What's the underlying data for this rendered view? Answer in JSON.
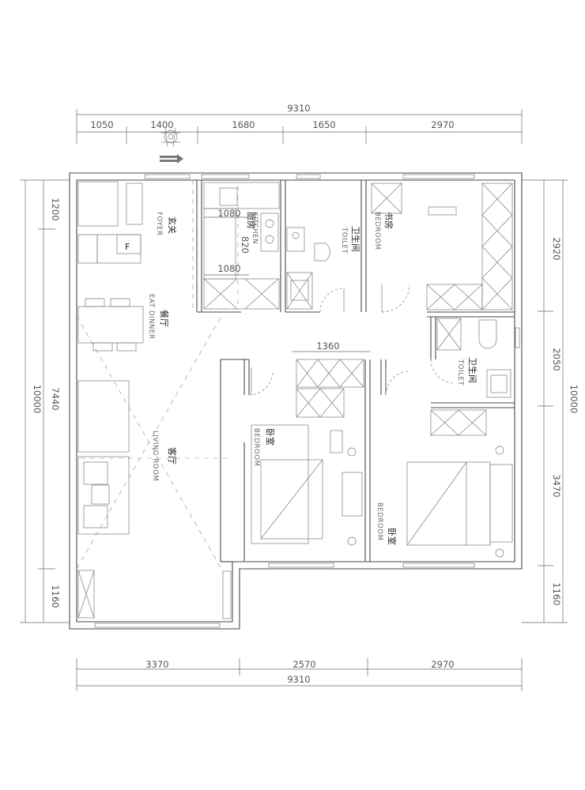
{
  "dimensions": {
    "top_total": "9310",
    "top_segments": [
      "1050",
      "1400",
      "1680",
      "1650",
      "2970"
    ],
    "bottom_segments": [
      "3370",
      "2570",
      "2970"
    ],
    "bottom_total": "9310",
    "left_segments": [
      "1200",
      "7440",
      "1160"
    ],
    "left_total": "10000",
    "right_segments": [
      "2920",
      "2050",
      "3470",
      "1160"
    ],
    "right_total": "10000",
    "inner_1360": "1360",
    "kitchen_1080_top": "1080",
    "kitchen_1080_bottom": "1080",
    "kitchen_820": "820"
  },
  "rooms": {
    "foyer": {
      "cn": "玄关",
      "en": "FOYER"
    },
    "kitchen": {
      "cn": "厨房",
      "en": "KITCHEN"
    },
    "toilet_top": {
      "cn": "卫生间",
      "en": "TOILET"
    },
    "study": {
      "cn": "书房",
      "en": "BEDROOM"
    },
    "dinner": {
      "cn": "餐厅",
      "en": "EAT DINNER"
    },
    "toilet_right": {
      "cn": "卫生间",
      "en": "TOILET"
    },
    "living": {
      "cn": "客厅",
      "en": "LIVING ROOM"
    },
    "bedroom_mid": {
      "cn": "卧室",
      "en": "BEDROOM"
    },
    "bedroom_right": {
      "cn": "卧室",
      "en": "BEDROOM"
    }
  },
  "fridge_label": "F"
}
